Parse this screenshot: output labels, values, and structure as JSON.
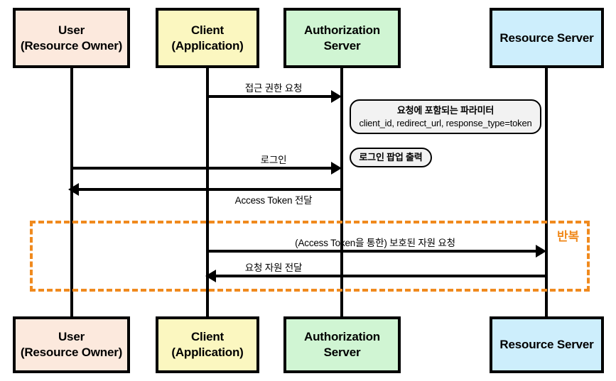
{
  "diagram": {
    "title": "OAuth 2.0 Implicit Grant Sequence Diagram",
    "colors": {
      "user": "#fce9dd",
      "client": "#fbf7c0",
      "authorization_server": "#d0f5d3",
      "resource_server": "#cdeefc",
      "border": "#000000",
      "loop_accent": "#f08a1e",
      "note_fill": "#f2f2f2"
    }
  },
  "participants": [
    {
      "id": "user",
      "line1": "User",
      "line2": "(Resource Owner)"
    },
    {
      "id": "client",
      "line1": "Client",
      "line2": "(Application)"
    },
    {
      "id": "auth",
      "line1": "Authorization Server",
      "line2": ""
    },
    {
      "id": "resource",
      "line1": "Resource Server",
      "line2": ""
    }
  ],
  "messages": [
    {
      "id": "m1",
      "label": "접근 권한 요청",
      "from": "client",
      "to": "auth",
      "direction": "right"
    },
    {
      "id": "m2",
      "label": "로그인",
      "from": "user",
      "to": "auth",
      "direction": "right"
    },
    {
      "id": "m3",
      "label": "Access Token 전달",
      "from": "auth",
      "to": "client",
      "direction": "left"
    },
    {
      "id": "m4",
      "label": "(Access Token을 통한) 보호된 자원 요청",
      "from": "client",
      "to": "resource",
      "direction": "right"
    },
    {
      "id": "m5",
      "label": "요청 자원 전달",
      "from": "resource",
      "to": "client",
      "direction": "left"
    }
  ],
  "notes": [
    {
      "id": "n1",
      "line1": "요청에 포함되는 파라미터",
      "line2": "client_id, redirect_url, response_type=token"
    },
    {
      "id": "n2",
      "line1": "로그인 팝업 출력",
      "line2": ""
    }
  ],
  "loop": {
    "label": "반복"
  }
}
